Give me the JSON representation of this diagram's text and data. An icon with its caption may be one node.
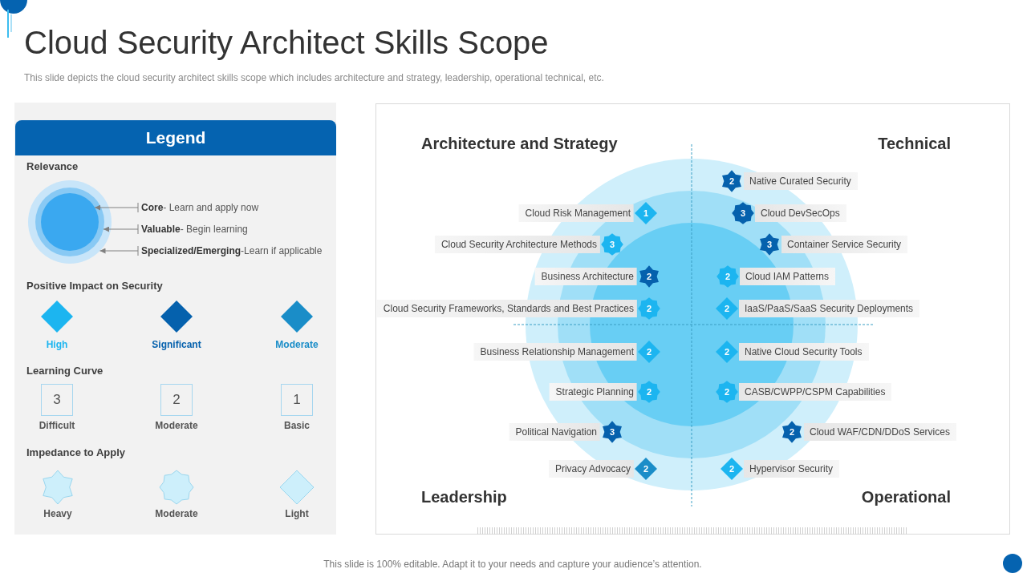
{
  "diagram": {
    "title": "Cloud Security Architect Skills Scope",
    "nodes": [
      {
        "text": [
          "Legend"
        ]
      },
      {
        "text": [],
        "shape": "circle",
        "in": 0
      },
      {
        "text": [],
        "shape": "circle",
        "in": 1
      },
      {
        "text": [],
        "shape": "circle",
        "in": 2
      },
      {
        "text": [
          "**Core**- Learn and apply now"
        ],
        "in": 0
      },
      {
        "text": [
          "**Valuable**- Begin learning"
        ],
        "in": 0
      },
      {
        "text": [
          "**Specialized/Emerging**-Learn if applicable"
        ],
        "in": 0
      },
      {
        "text": [
          "3"
        ],
        "beside": [
          "Difficult"
        ],
        "in": 0
      },
      {
        "text": [
          "2"
        ],
        "beside": [
          "Moderate"
        ],
        "in": 0
      },
      {
        "text": [
          "1"
        ],
        "beside": [
          "Basic"
        ],
        "in": 0
      },
      {
        "text": [],
        "shape": "box"
      },
      {
        "text": [
          "Cloud Risk Management"
        ],
        "in": 10
      },
      {
        "text": [
          "1"
        ],
        "in": 10
      },
      {
        "text": [
          "Cloud Security Architecture Methods"
        ],
        "in": 10
      },
      {
        "text": [
          "3"
        ],
        "in": 10
      },
      {
        "text": [
          "Business Architecture"
        ],
        "in": 10
      },
      {
        "text": [
          "2"
        ],
        "in": 10
      },
      {
        "text": [
          "Cloud Security Frameworks, Standards and Best Practices"
        ],
        "in": 10
      },
      {
        "text": [
          "2"
        ],
        "in": 10
      },
      {
        "text": [
          "2"
        ],
        "in": 10
      },
      {
        "text": [
          "Native Curated Security"
        ],
        "in": 10
      },
      {
        "text": [
          "3"
        ],
        "in": 10
      },
      {
        "text": [
          "Cloud DevSecOps"
        ],
        "in": 10
      },
      {
        "text": [
          "3"
        ],
        "in": 10
      },
      {
        "text": [
          "Container Service Security"
        ],
        "in": 10
      },
      {
        "text": [
          "2"
        ],
        "in": 10
      },
      {
        "text": [
          "Cloud IAM Patterns"
        ],
        "in": 10
      },
      {
        "text": [
          "2"
        ],
        "in": 10
      },
      {
        "text": [
          "IaaS/PaaS/SaaS Security Deployments"
        ],
        "in": 10
      },
      {
        "text": [
          "Business Relationship Management"
        ],
        "in": 10
      },
      {
        "text": [
          "2"
        ],
        "in": 10
      },
      {
        "text": [
          "Strategic Planning"
        ],
        "in": 10
      },
      {
        "text": [
          "2"
        ],
        "in": 10
      },
      {
        "text": [
          "Political Navigation"
        ],
        "in": 10
      },
      {
        "text": [
          "3"
        ],
        "in": 10
      },
      {
        "text": [
          "Privacy Advocacy"
        ],
        "in": 10
      },
      {
        "text": [
          "2"
        ],
        "in": 10
      },
      {
        "text": [
          "2"
        ],
        "in": 10
      },
      {
        "text": [
          "Native Cloud Security Tools"
        ],
        "in": 10
      },
      {
        "text": [
          "2"
        ],
        "in": 10
      },
      {
        "text": [
          "CASB/CWPP/CSPM Capabilities"
        ],
        "in": 10
      },
      {
        "text": [
          "2"
        ],
        "in": 10
      },
      {
        "text": [
          "Cloud WAF/CDN/DDoS Services"
        ],
        "in": 10
      },
      {
        "text": [
          "2"
        ],
        "in": 10
      },
      {
        "text": [
          "Hypervisor Security"
        ],
        "in": 10
      }
    ],
    "edges": [
      {
        "from": 4,
        "to": 3,
        "arrow": "to"
      },
      {
        "from": 5,
        "to": 2,
        "arrow": "to"
      },
      {
        "from": 6,
        "to": 1,
        "arrow": "to"
      }
    ],
    "labels": [
      "This slide depicts the cloud security architect skills scope which includes architecture and strategy, leadership, operational technical, etc.",
      "Relevance",
      "Positive Impact on Security",
      "Learning Curve",
      "Impedance to Apply",
      "Architecture and Strategy",
      "Technical",
      "Leadership",
      "Operational",
      "This slide is 100% editable. Adapt it to your needs and capture your audience’s attention."
    ],
    "legend": [
      {
        "text": "High",
        "color": "#1cb5f0"
      },
      {
        "text": "Significant",
        "color": "#0561ad"
      },
      {
        "text": "Moderate",
        "color": "#1a8dc8"
      },
      {
        "text": "Heavy"
      },
      {
        "text": "Moderate"
      },
      {
        "text": "Light"
      }
    ]
  }
}
